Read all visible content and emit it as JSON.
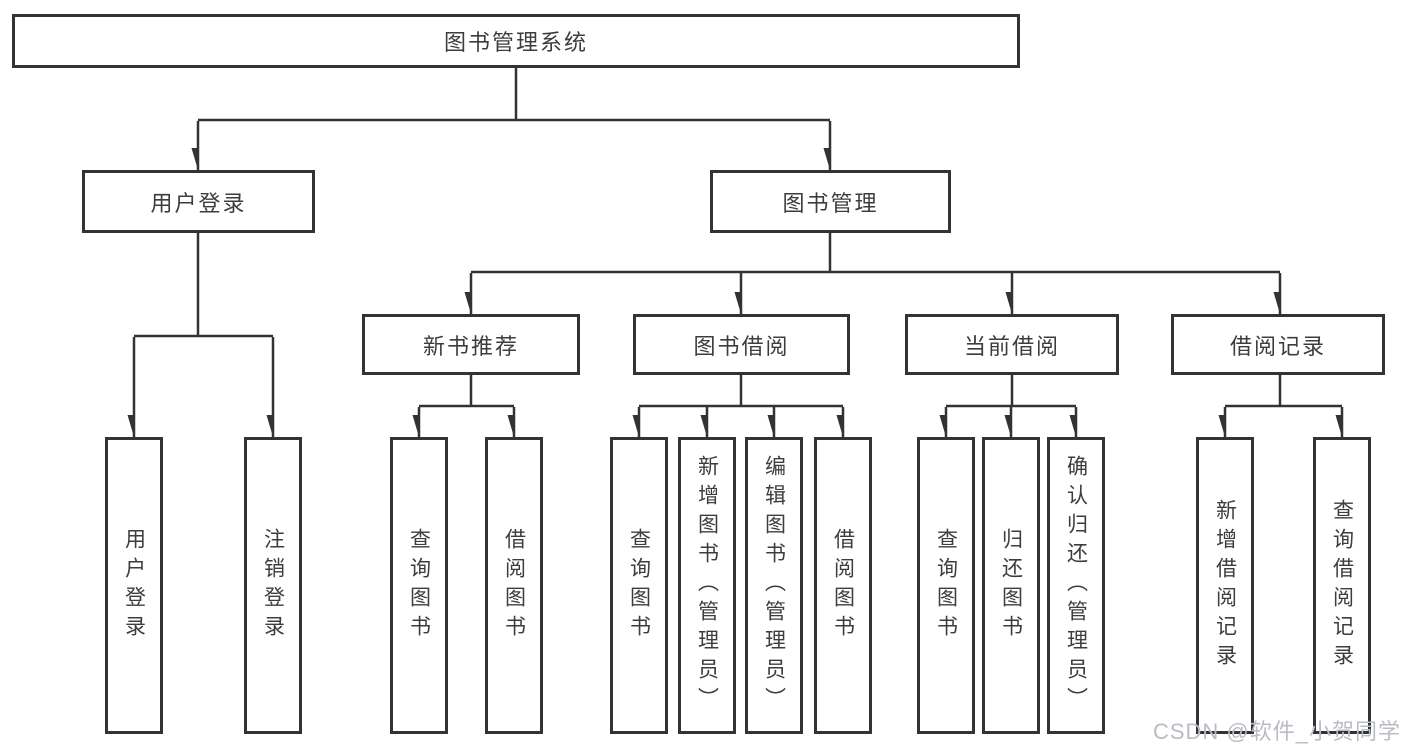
{
  "diagram": {
    "title": "图书管理系统",
    "nodes": {
      "root": {
        "label": "图书管理系统"
      },
      "user_login": {
        "label": "用户登录"
      },
      "book_mgmt": {
        "label": "图书管理"
      },
      "new_book_rec": {
        "label": "新书推荐"
      },
      "book_borrow": {
        "label": "图书借阅"
      },
      "current_borrow": {
        "label": "当前借阅"
      },
      "borrow_record": {
        "label": "借阅记录"
      },
      "leaf_user_login": {
        "label": "用户登录"
      },
      "leaf_logout": {
        "label": "注销登录"
      },
      "leaf_rec_query": {
        "label": "查询图书"
      },
      "leaf_rec_borrow": {
        "label": "借阅图书"
      },
      "leaf_bb_query": {
        "label": "查询图书"
      },
      "leaf_bb_add": {
        "label": "新增图书（管理员）"
      },
      "leaf_bb_edit": {
        "label": "编辑图书（管理员）"
      },
      "leaf_bb_borrow": {
        "label": "借阅图书"
      },
      "leaf_cb_query": {
        "label": "查询图书"
      },
      "leaf_cb_return": {
        "label": "归还图书"
      },
      "leaf_cb_confirm": {
        "label": "确认归还（管理员）"
      },
      "leaf_br_add": {
        "label": "新增借阅记录"
      },
      "leaf_br_query": {
        "label": "查询借阅记录"
      }
    },
    "edges": [
      [
        "root",
        "user_login"
      ],
      [
        "root",
        "book_mgmt"
      ],
      [
        "user_login",
        "leaf_user_login"
      ],
      [
        "user_login",
        "leaf_logout"
      ],
      [
        "book_mgmt",
        "new_book_rec"
      ],
      [
        "book_mgmt",
        "book_borrow"
      ],
      [
        "book_mgmt",
        "current_borrow"
      ],
      [
        "book_mgmt",
        "borrow_record"
      ],
      [
        "new_book_rec",
        "leaf_rec_query"
      ],
      [
        "new_book_rec",
        "leaf_rec_borrow"
      ],
      [
        "book_borrow",
        "leaf_bb_query"
      ],
      [
        "book_borrow",
        "leaf_bb_add"
      ],
      [
        "book_borrow",
        "leaf_bb_edit"
      ],
      [
        "book_borrow",
        "leaf_bb_borrow"
      ],
      [
        "current_borrow",
        "leaf_cb_query"
      ],
      [
        "current_borrow",
        "leaf_cb_return"
      ],
      [
        "current_borrow",
        "leaf_cb_confirm"
      ],
      [
        "borrow_record",
        "leaf_br_add"
      ],
      [
        "borrow_record",
        "leaf_br_query"
      ]
    ]
  },
  "watermark": "CSDN @软件_小贺同学",
  "colors": {
    "line": "#333333",
    "border": "#333333",
    "text": "#3d3d3d",
    "watermark": "#b9bdc3",
    "background": "#ffffff"
  }
}
